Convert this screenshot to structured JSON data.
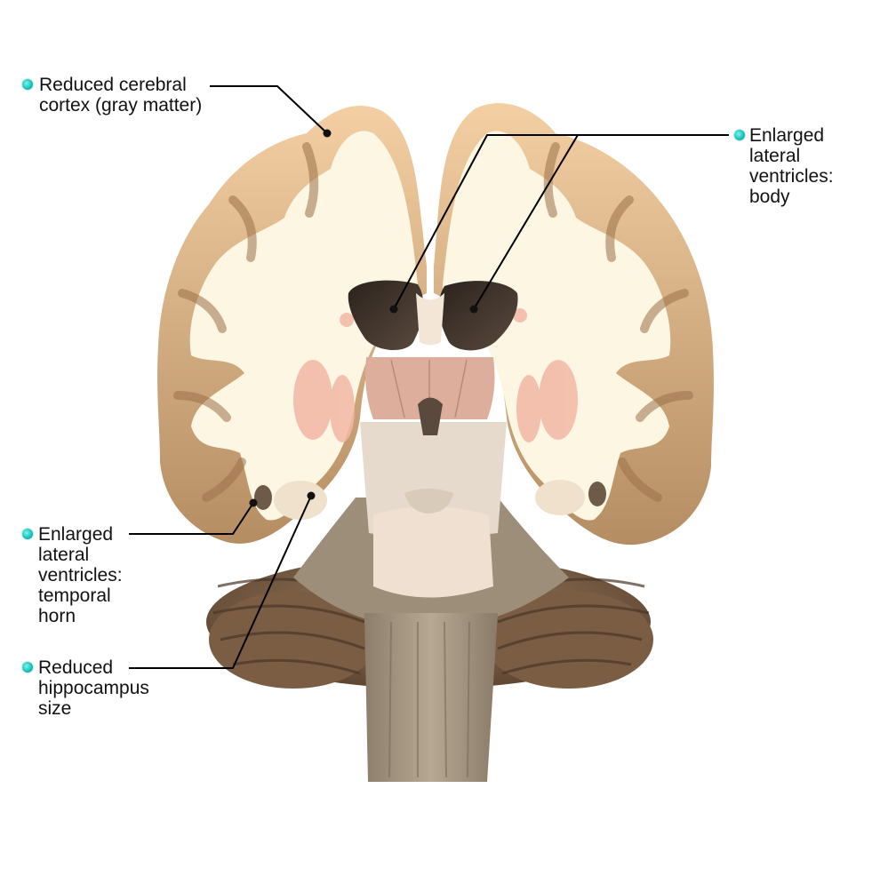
{
  "labels": {
    "cortex": [
      "Reduced cerebral",
      "cortex (gray matter)"
    ],
    "ventricles_body": [
      "Enlarged",
      "lateral",
      "ventricles:",
      "body"
    ],
    "temporal_horn": [
      "Enlarged",
      "lateral",
      "ventricles:",
      "temporal",
      "horn"
    ],
    "hippocampus": [
      "Reduced",
      "hippocampus",
      "size"
    ]
  },
  "colors": {
    "marker": "#19c3bb",
    "white_matter": "#fdf6e3",
    "gray_matter": "#c89a6a",
    "ventricle": "#3c3129",
    "cerebellum": "#8a6c50",
    "brainstem": "#a99c8a",
    "thalamus": "#e0b6a4",
    "leader_line": "#000000"
  }
}
